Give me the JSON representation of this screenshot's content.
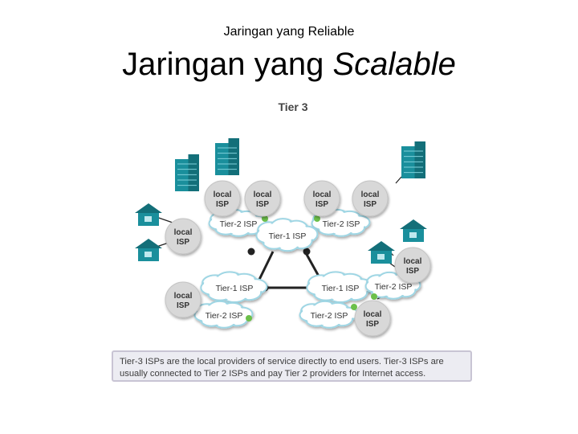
{
  "header": {
    "subtitle": "Jaringan yang Reliable",
    "title_plain": "Jaringan yang ",
    "title_italic": "Scalable"
  },
  "diagram": {
    "heading": "Tier 3",
    "local_isp_line1": "local",
    "local_isp_line2": "ISP",
    "tier1_label": "Tier-1 ISP",
    "tier2_label": "Tier-2 ISP",
    "colors": {
      "cloud_fill": "#ffffff",
      "cloud_stroke": "#9fd6e4",
      "isp_fill": "#d8d8d8",
      "link": "#222222",
      "connector_dot": "#6cc04a",
      "building": "#1a8f9c",
      "house": "#1a8f9c"
    }
  },
  "caption": {
    "text": "Tier-3 ISPs are the local providers of service directly to end users. Tier-3 ISPs are usually connected to Tier 2 ISPs and pay Tier 2 providers for Internet access."
  }
}
